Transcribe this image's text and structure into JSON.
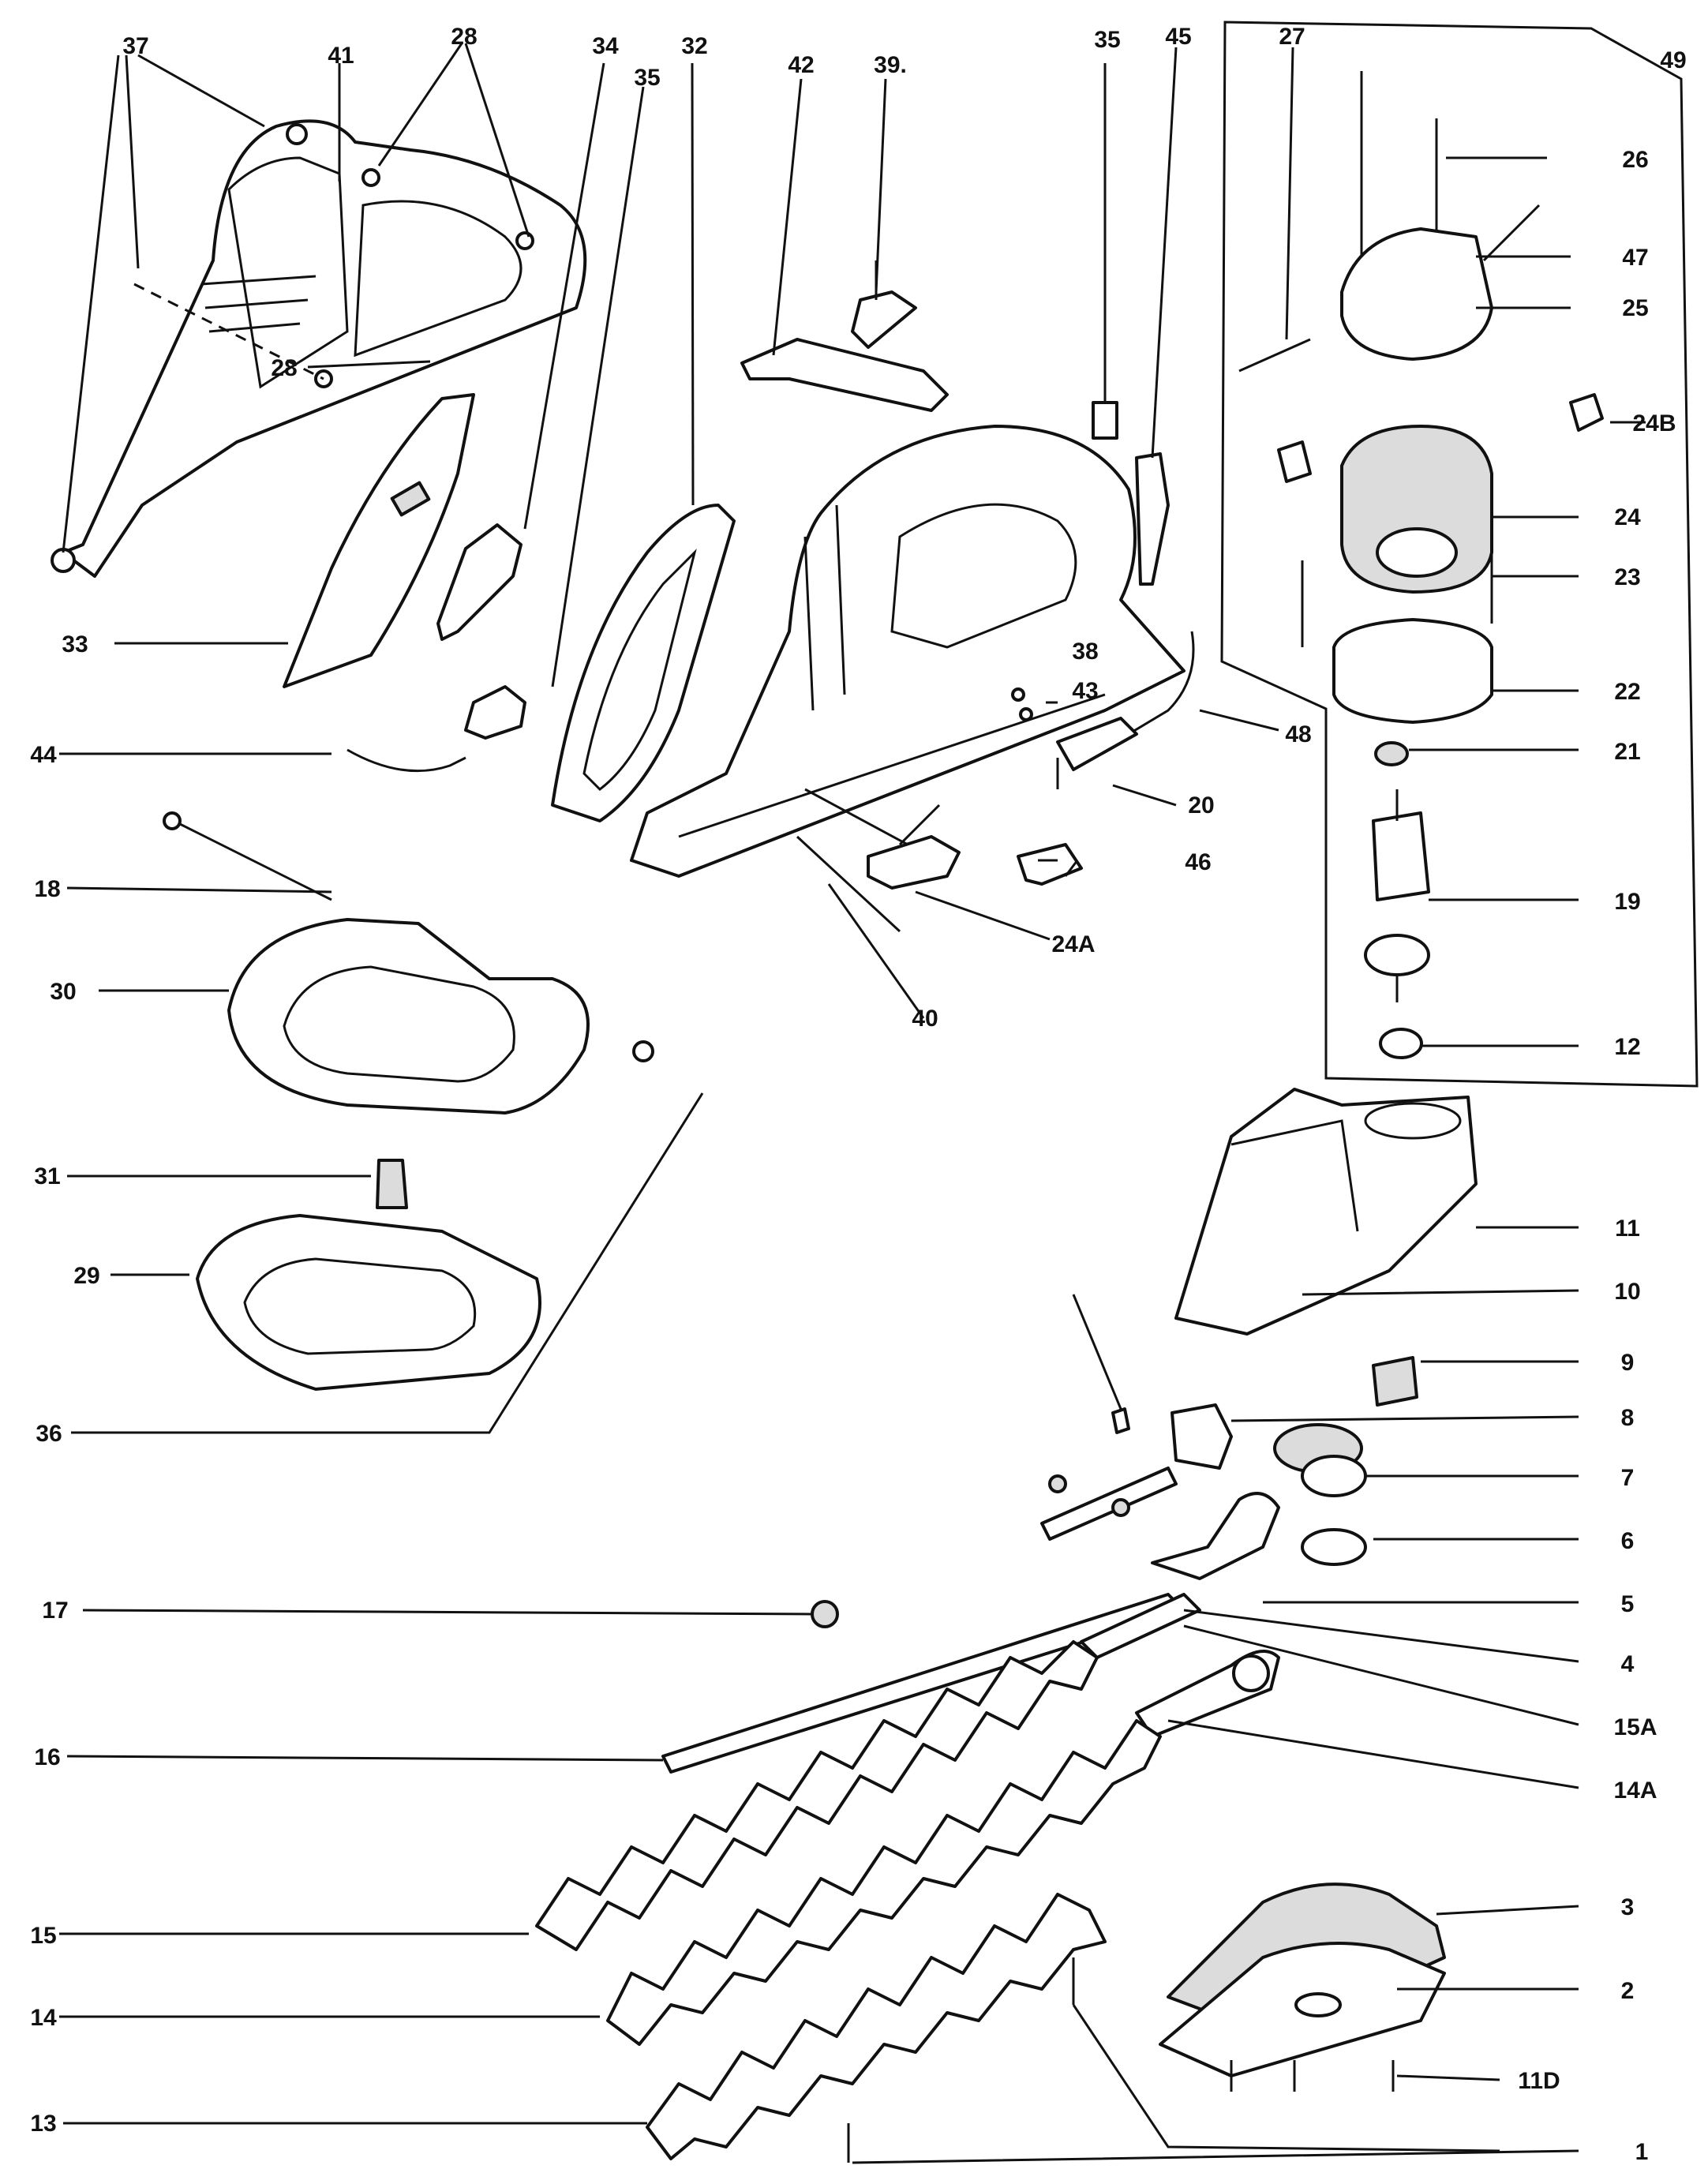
{
  "diagram": {
    "callouts": {
      "c1": "1",
      "c2": "2",
      "c3": "3",
      "c4": "4",
      "c5": "5",
      "c6": "6",
      "c7": "7",
      "c8": "8",
      "c9": "9",
      "c10": "10",
      "c11": "11",
      "c11d": "11D",
      "c12": "12",
      "c13": "13",
      "c14": "14",
      "c14a": "14A",
      "c15": "15",
      "c15a": "15A",
      "c16": "16",
      "c17": "17",
      "c18": "18",
      "c19": "19",
      "c20": "20",
      "c21": "21",
      "c22": "22",
      "c23": "23",
      "c24": "24",
      "c24a": "24A",
      "c24b": "24B",
      "c25": "25",
      "c26": "26",
      "c27": "27",
      "c28a": "28",
      "c28b": "28",
      "c29": "29",
      "c30": "30",
      "c31": "31",
      "c32": "32",
      "c33": "33",
      "c34": "34",
      "c35a": "35",
      "c35b": "35",
      "c36": "36",
      "c37": "37",
      "c38": "38",
      "c39": "39.",
      "c40": "40",
      "c41": "41",
      "c42": "42",
      "c43": "43",
      "c44": "44",
      "c45": "45",
      "c46": "46",
      "c47": "47",
      "c48": "48",
      "c49": "49"
    }
  }
}
